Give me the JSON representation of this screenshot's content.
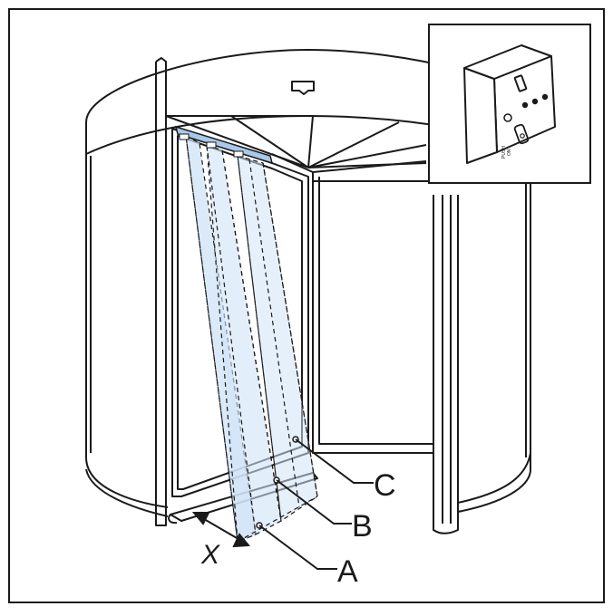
{
  "diagram": {
    "callouts": {
      "a": "A",
      "b": "B",
      "c": "C",
      "x": "X"
    },
    "inset": {
      "switch_small_text_1": "PUSH",
      "switch_small_text_2": "ON"
    }
  },
  "colors": {
    "line": "#1a1a1a",
    "beam_fill": "#cfe3f7",
    "sensor_fill": "#a9c8ea",
    "background": "#ffffff"
  }
}
